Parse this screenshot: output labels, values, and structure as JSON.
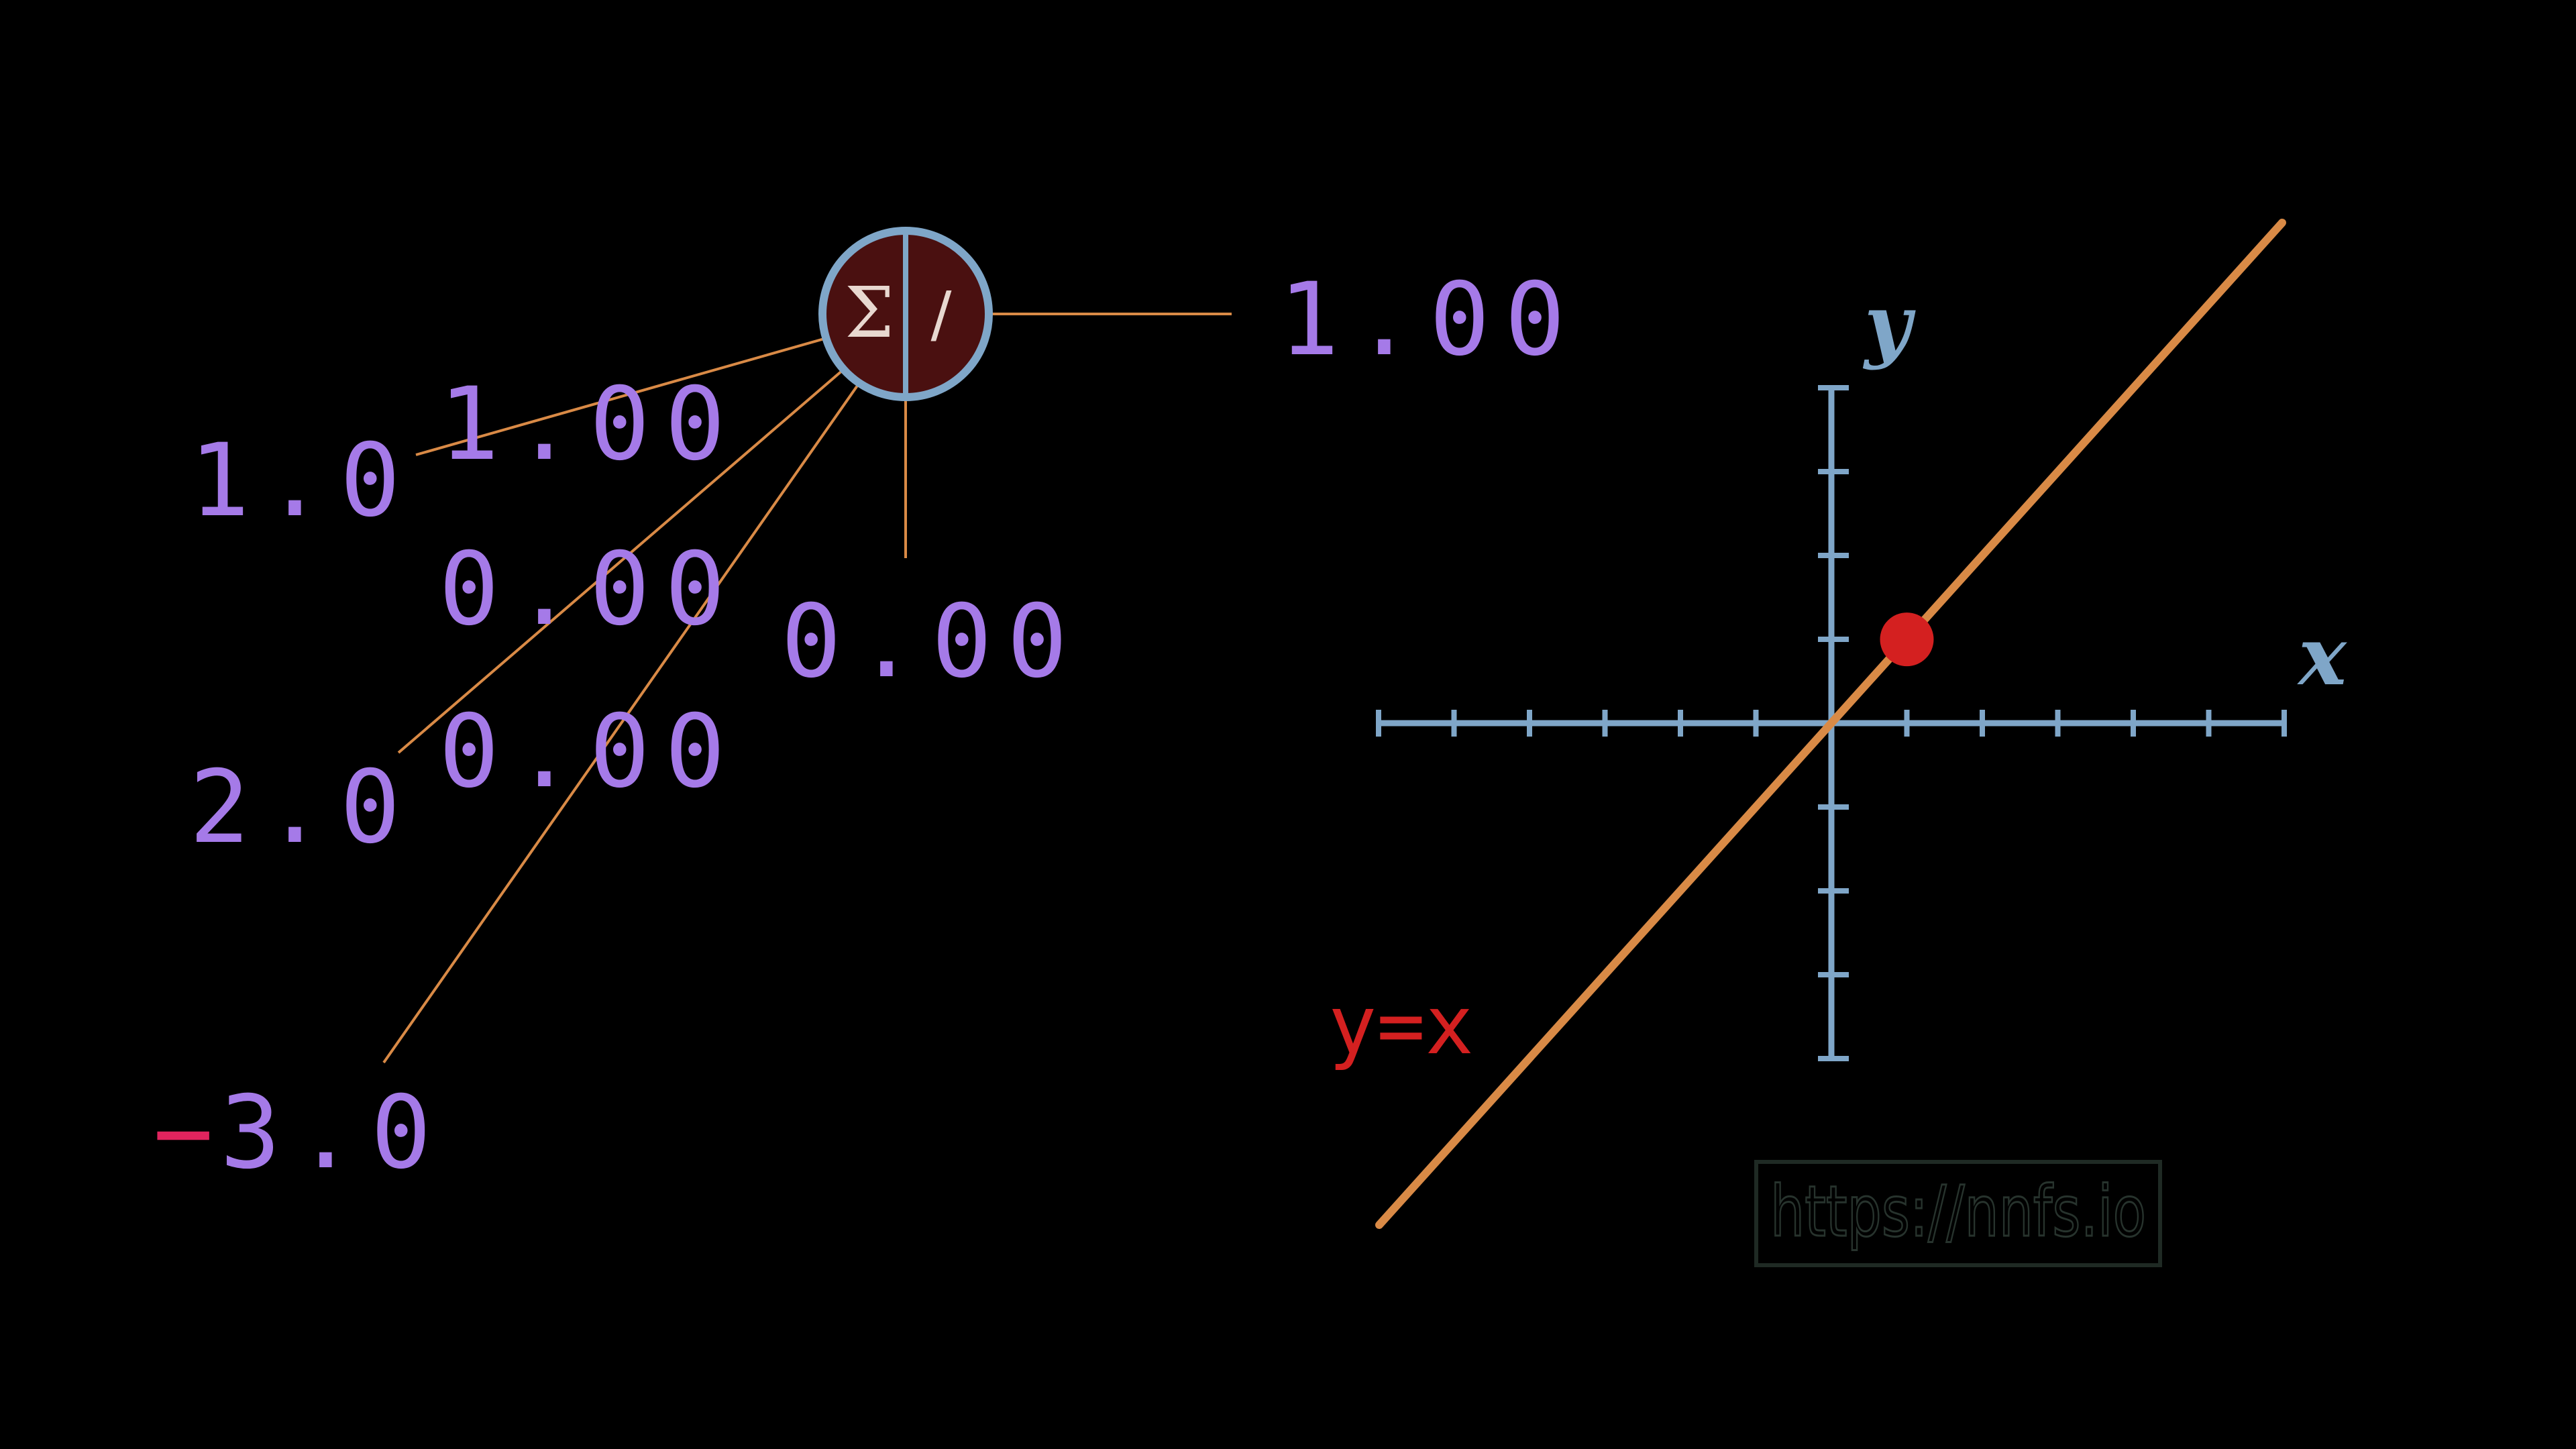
{
  "neuron": {
    "inputs": [
      {
        "sign": "",
        "magnitude": "1.0"
      },
      {
        "sign": "",
        "magnitude": "2.0"
      },
      {
        "sign": "−",
        "magnitude": "3.0"
      }
    ],
    "weights": [
      "1.00",
      "0.00",
      "0.00"
    ],
    "bias": "0.00",
    "output": "1.00",
    "sum_symbol": "Σ",
    "activation_symbol": "/"
  },
  "graph": {
    "x_axis_label": "x",
    "y_axis_label": "y",
    "function_label": "y=x",
    "point": {
      "x": 1,
      "y": 1
    },
    "x_range": [
      -6,
      6
    ],
    "y_range": [
      -4,
      4
    ]
  },
  "watermark": "https://nnfs.io",
  "colors": {
    "background": "#000000",
    "number": "#a57ae8",
    "negative_sign": "#e0245e",
    "connection": "#d98a46",
    "neuron_fill": "#4a1010",
    "neuron_ring": "#7fa6c8",
    "neuron_symbol": "#e8d8d0",
    "axis": "#7fa6c8",
    "function_line": "#d98a46",
    "function_label": "#d42020",
    "point": "#d42020",
    "watermark": "#1f2a24"
  }
}
